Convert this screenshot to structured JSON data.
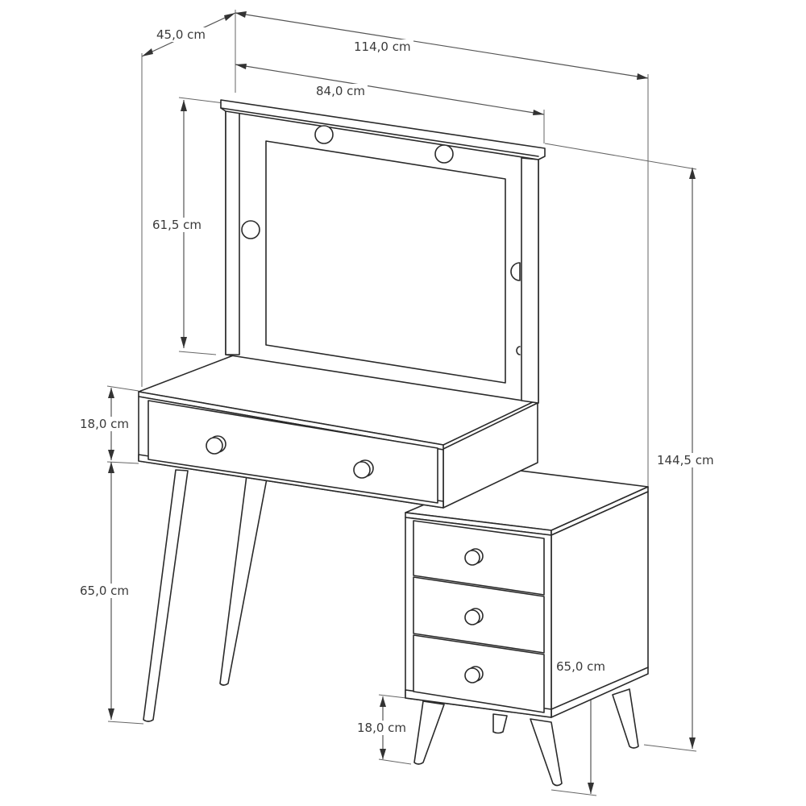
{
  "diagram": {
    "subject": "Vanity dressing table with lighted mirror, one wide drawer and 3-drawer side cabinet",
    "line_color": "#2a2a2a",
    "dimension_color": "#555555",
    "background": "#ffffff",
    "dimensions": {
      "depth": "45,0 cm",
      "total_width": "114,0 cm",
      "mirror_width": "84,0 cm",
      "mirror_height": "61,5 cm",
      "drawer_height": "18,0 cm",
      "table_leg_height": "65,0 cm",
      "total_height": "144,5 cm",
      "cabinet_height": "65,0 cm",
      "cabinet_leg_height": "18,0 cm"
    },
    "components": {
      "mirror_lights": 4,
      "top_drawer_knobs": 2,
      "cabinet_drawers": 3,
      "table_legs_visible": 2,
      "cabinet_legs_visible": 4
    }
  }
}
